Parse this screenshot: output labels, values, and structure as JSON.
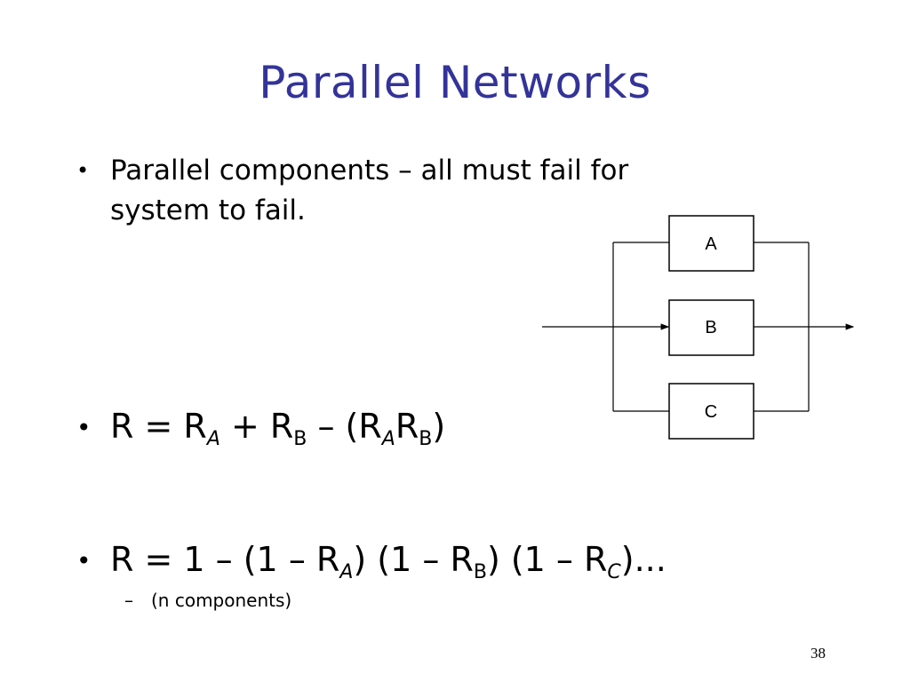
{
  "slide": {
    "title": "Parallel Networks",
    "page_number": "38",
    "title_color": "#333399"
  },
  "bullets": [
    {
      "marker": "•",
      "text_line1": "Parallel components – all must fail for",
      "text_line2": "system to fail."
    },
    {
      "marker": "•",
      "parts": [
        "R = R",
        "A",
        " + R",
        "B",
        " – (R",
        "A",
        "R",
        "B",
        ")"
      ]
    },
    {
      "marker": "•",
      "parts": [
        "R = 1 – (1 – R",
        "A",
        ") (1 – R",
        "B",
        ") (1 – R",
        "C",
        ")..."
      ]
    }
  ],
  "sub_bullet": {
    "marker": "–",
    "text": "(n components)"
  },
  "diagram": {
    "boxes": [
      "A",
      "B",
      "C"
    ]
  }
}
